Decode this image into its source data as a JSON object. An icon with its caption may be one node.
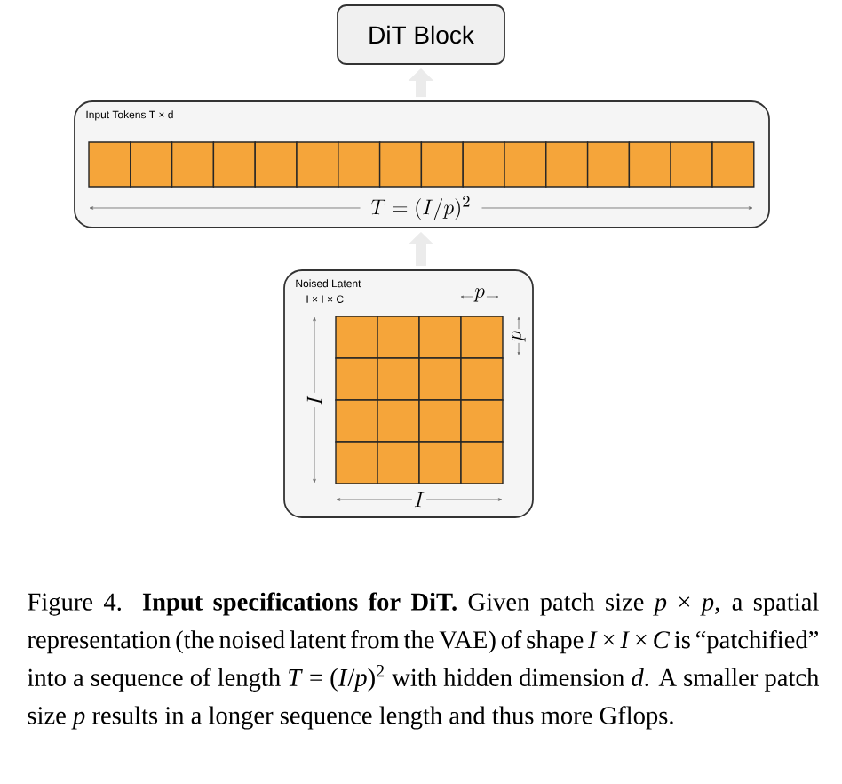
{
  "diagram": {
    "caption": "Figure 4. **Input specifications for DiT.** Given patch size *p* × *p*, a spatial representation (the noised latent from the VAE) of shape *I* × *I* × *C* is “patchified” into a sequence of length *T* = (*I*/*p*)$^{2}$ with hidden dimension *d*. A smaller patch size *p* results in a longer sequence length and thus more Gflops.",
    "nodes": [
      {
        "text": [
          "DiT Block"
        ]
      },
      {
        "text": [
          "Input Tokens T × d"
        ]
      },
      {
        "text": [
          "Noised Latent",
          "I × I × C"
        ]
      }
    ],
    "edges": [
      {
        "from": 2,
        "to": 1,
        "arrow": "to"
      },
      {
        "from": 1,
        "to": 0,
        "arrow": "to"
      }
    ],
    "labels": [
      "T = (I/p)^2",
      "p",
      "p",
      "I",
      "I"
    ]
  }
}
